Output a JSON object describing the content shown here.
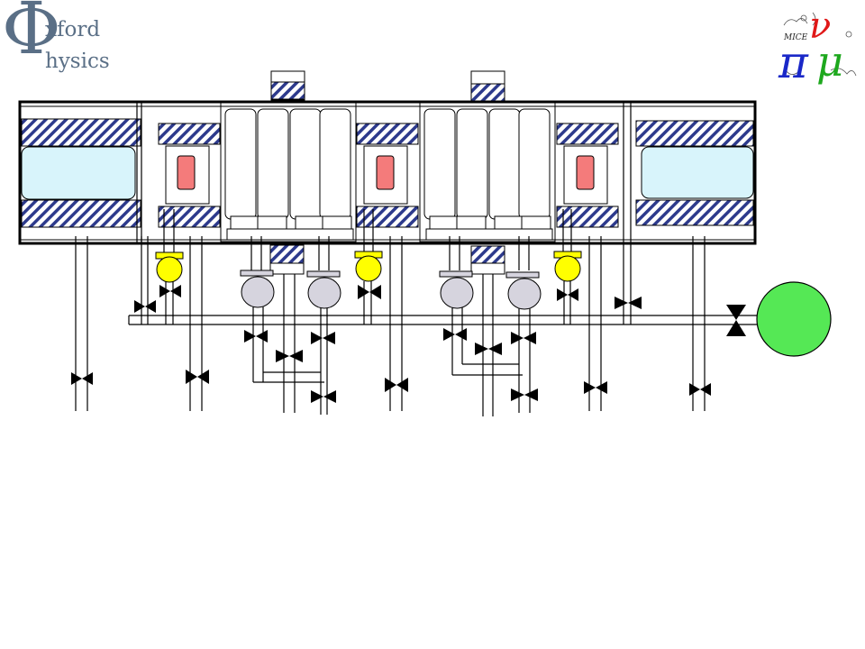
{
  "logo_left": {
    "symbol": "Φ",
    "line1": "xford",
    "line2": "hysics"
  },
  "logo_right": {
    "pi": "π",
    "nu": "ν",
    "mu": "μ",
    "micro_text": "MICE"
  },
  "colors": {
    "vessel_outline": "#000000",
    "coil_hatch": "#2d3a8c",
    "absorber_window": "#d8f4fb",
    "heater_element": "#f47b7b",
    "relief_valve": "#ffff00",
    "pump_bulb": "#d6d4de",
    "reservoir": "#55e855"
  }
}
